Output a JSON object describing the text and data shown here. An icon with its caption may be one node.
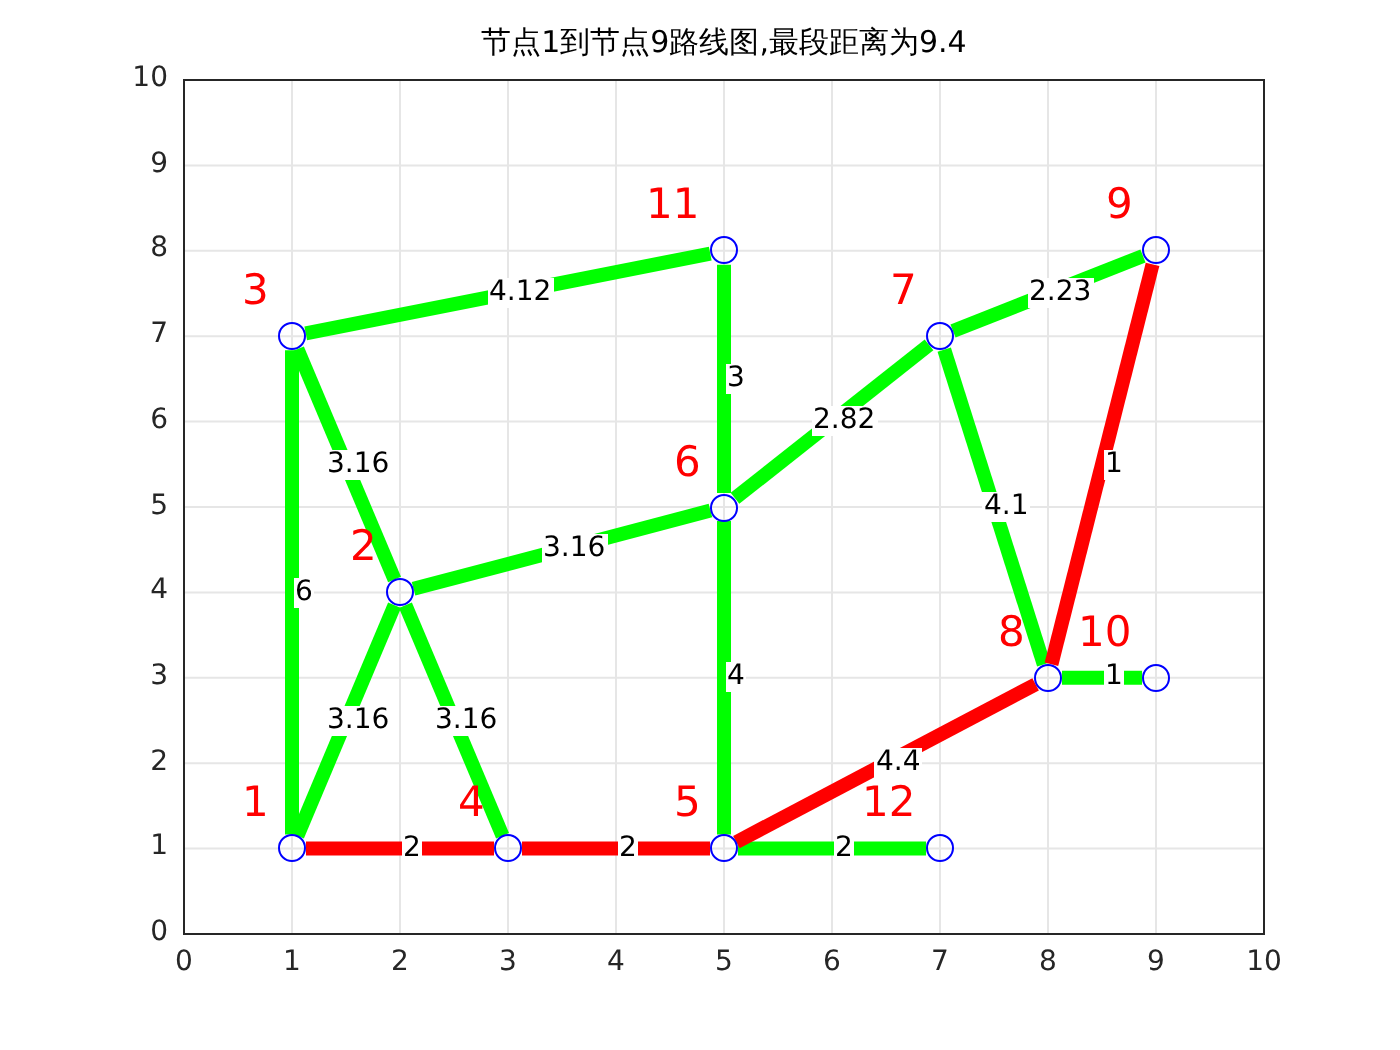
{
  "diagram": {
    "title": "节点1到节点9路线图,最段距离为9.4",
    "nodes": [
      {
        "text": [],
        "shape": "circle",
        "beside": [
          "1"
        ]
      },
      {
        "text": [],
        "shape": "circle",
        "beside": [
          "2"
        ]
      },
      {
        "text": [],
        "shape": "circle",
        "beside": [
          "3"
        ]
      },
      {
        "text": [],
        "shape": "circle",
        "beside": [
          "4"
        ]
      },
      {
        "text": [],
        "shape": "circle",
        "beside": [
          "5"
        ]
      },
      {
        "text": [],
        "shape": "circle",
        "beside": [
          "6"
        ]
      },
      {
        "text": [],
        "shape": "circle",
        "beside": [
          "7"
        ]
      },
      {
        "text": [],
        "shape": "circle",
        "beside": [
          "8"
        ]
      },
      {
        "text": [],
        "shape": "circle",
        "beside": [
          "9"
        ]
      },
      {
        "text": [],
        "shape": "circle",
        "beside": [
          "10"
        ]
      },
      {
        "text": [],
        "shape": "circle",
        "beside": [
          "11"
        ]
      },
      {
        "text": [],
        "shape": "circle",
        "beside": [
          "12"
        ]
      }
    ],
    "edges": [
      {
        "from": 0,
        "to": 1,
        "arrow": "none",
        "label": "3.16"
      },
      {
        "from": 0,
        "to": 2,
        "arrow": "none",
        "label": "6"
      },
      {
        "from": 0,
        "to": 3,
        "arrow": "none",
        "label": "2",
        "color": "#ff0000"
      },
      {
        "from": 1,
        "to": 2,
        "arrow": "none",
        "label": "3.16"
      },
      {
        "from": 1,
        "to": 3,
        "arrow": "none",
        "label": "3.16"
      },
      {
        "from": 1,
        "to": 5,
        "arrow": "none",
        "label": "3.16"
      },
      {
        "from": 2,
        "to": 10,
        "arrow": "none",
        "label": "4.12"
      },
      {
        "from": 10,
        "to": 5,
        "arrow": "none",
        "label": "3"
      },
      {
        "from": 3,
        "to": 4,
        "arrow": "none",
        "label": "2",
        "color": "#ff0000"
      },
      {
        "from": 5,
        "to": 4,
        "arrow": "none",
        "label": "4"
      },
      {
        "from": 5,
        "to": 6,
        "arrow": "none",
        "label": "2.82"
      },
      {
        "from": 4,
        "to": 11,
        "arrow": "none",
        "label": "2"
      },
      {
        "from": 4,
        "to": 7,
        "arrow": "none",
        "label": "4.4",
        "color": "#ff0000"
      },
      {
        "from": 6,
        "to": 7,
        "arrow": "none",
        "label": "4.1"
      },
      {
        "from": 6,
        "to": 8,
        "arrow": "none",
        "label": "2.23"
      },
      {
        "from": 7,
        "to": 8,
        "arrow": "none",
        "label": "1",
        "color": "#ff0000"
      },
      {
        "from": 7,
        "to": 9,
        "arrow": "none",
        "label": "1"
      }
    ],
    "labels": [
      "10",
      "9",
      "8",
      "7",
      "6",
      "5",
      "4",
      "3",
      "2",
      "1",
      "0",
      "0",
      "1",
      "2",
      "3",
      "4",
      "5",
      "6",
      "7",
      "8",
      "9",
      "10"
    ]
  }
}
